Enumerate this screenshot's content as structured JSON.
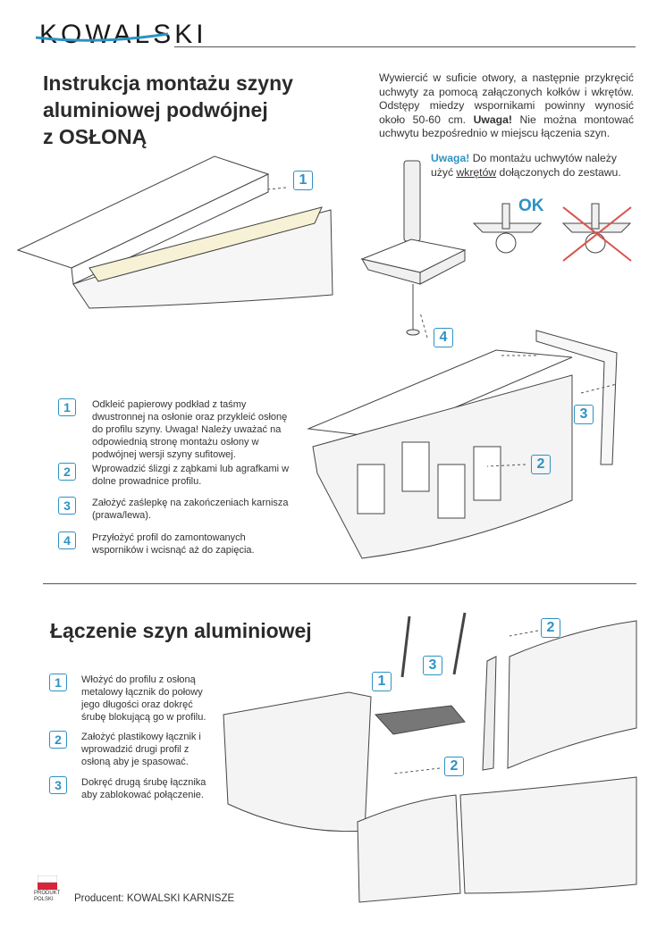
{
  "header": {
    "logo": "KOWALSKI"
  },
  "section1": {
    "title_line1": "Instrukcja montażu szyny",
    "title_line2": "aluminiowej podwójnej",
    "title_line3": "z OSŁONĄ",
    "intro_part1": "Wywiercić w suficie otwory, a następnie przykręcić uchwyty za pomocą załączonych kołków i wkrętów. Odstępy miedzy wspornikami powinny wynosić około 50-60 cm. ",
    "intro_bold": "Uwaga!",
    "intro_part2": " Nie można montować uchwytu bezpośrednio w miejscu łączenia szyn.",
    "warn_label": "Uwaga!",
    "warn_part1": " Do montażu uchwytów należy użyć ",
    "warn_underline": "wkrętów",
    "warn_part2": " dołączonych do zestawu.",
    "ok_label": "OK",
    "steps": [
      {
        "num": "1",
        "text": "Odkleić papierowy podkład z taśmy dwustronnej na osłonie oraz przykleić osłonę do profilu szyny. Uwaga! Należy uważać na odpowiednią stronę montażu osłony w podwójnej wersji szyny sufitowej."
      },
      {
        "num": "2",
        "text": "Wprowadzić ślizgi z ząbkami lub agrafkami w dolne prowadnice profilu."
      },
      {
        "num": "3",
        "text": "Założyć zaślepkę na zakończeniach karnisza (prawa/lewa)."
      },
      {
        "num": "4",
        "text": "Przyłożyć profil do zamontowanych wsporników i wcisnąć aż do zapięcia."
      }
    ],
    "callouts": [
      "1",
      "4",
      "3",
      "2"
    ]
  },
  "section2": {
    "title": "Łączenie szyn aluminiowej",
    "steps": [
      {
        "num": "1",
        "text": "Włożyć do profilu z osłoną metalowy łącznik do połowy jego długości oraz dokręć śrubę blokującą go w profilu."
      },
      {
        "num": "2",
        "text": "Założyć plastikowy łącznik i wprowadzić drugi profil z osłoną aby je spasować."
      },
      {
        "num": "3",
        "text": "Dokręć drugą śrubę łącznika aby zablokować połączenie."
      }
    ],
    "callouts": [
      "1",
      "3",
      "2",
      "2"
    ]
  },
  "footer": {
    "flag_text_1": "PRODUKT",
    "flag_text_2": "POLSKI",
    "producer": "Producent: KOWALSKI KARNISZE"
  },
  "colors": {
    "accent": "#2d92c4",
    "text": "#2b2b2b",
    "forbidden": "#d9534f"
  }
}
